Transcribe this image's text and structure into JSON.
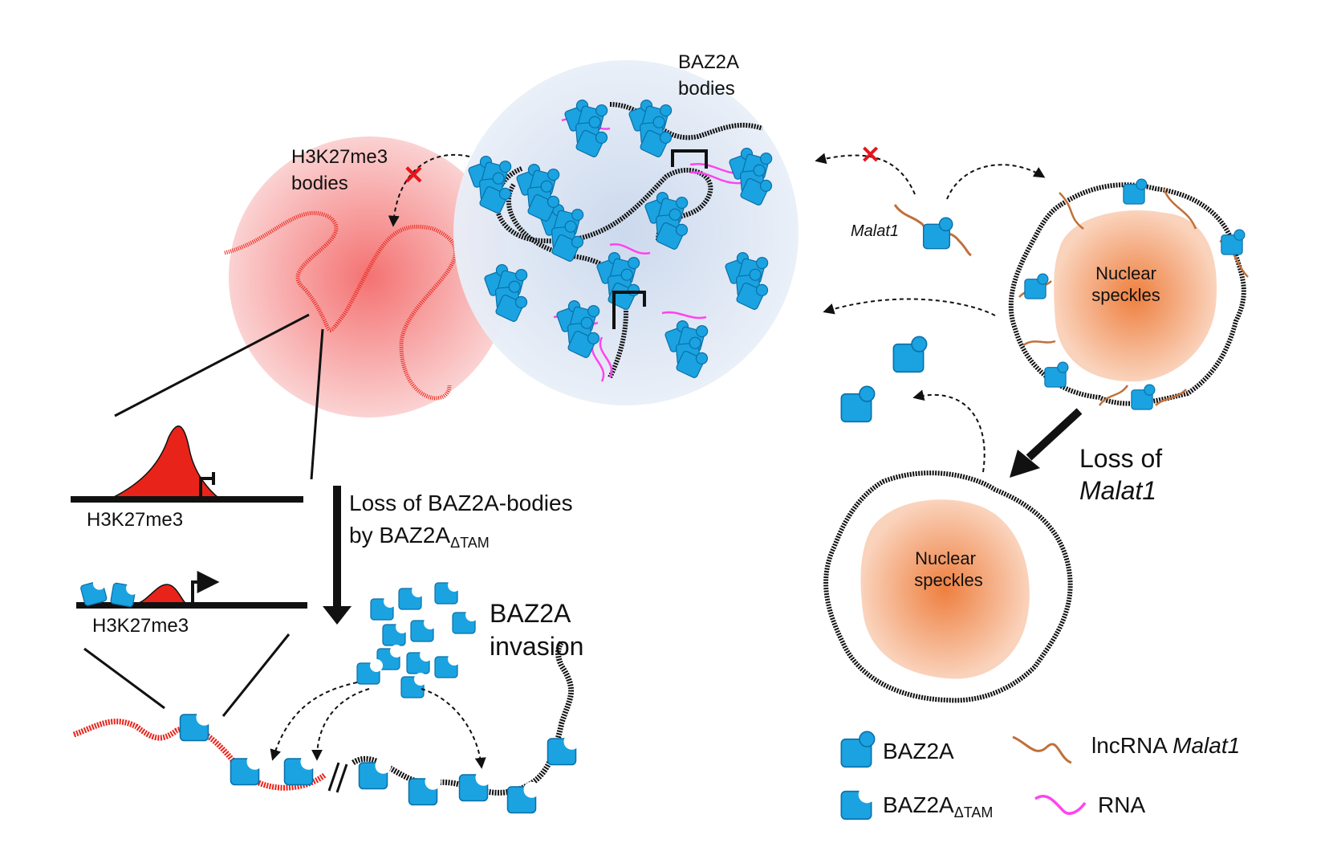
{
  "labels": {
    "baz2a_bodies_l1": "BAZ2A",
    "baz2a_bodies_l2": "bodies",
    "h3k27me3_bodies_l1": "H3K27me3",
    "h3k27me3_bodies_l2": "bodies",
    "h3k27me3_top": "H3K27me3",
    "h3k27me3_bottom": "H3K27me3",
    "loss_baz2a_l1": "Loss of BAZ2A-bodies",
    "loss_baz2a_l2_main": "by BAZ2A",
    "loss_baz2a_l2_sub": "ΔTAM",
    "invasion_l1": "BAZ2A",
    "invasion_l2": "invasion",
    "malat1": "Malat1",
    "speckles_top_l1": "Nuclear",
    "speckles_top_l2": "speckles",
    "speckles_bottom_l1": "Nuclear",
    "speckles_bottom_l2": "speckles",
    "loss_malat1_l1": "Loss of",
    "loss_malat1_l2": "Malat1"
  },
  "legend": {
    "baz2a": "BAZ2A",
    "baz2a_dtam_main": "BAZ2A",
    "baz2a_dtam_sub": "ΔTAM",
    "lncrna_main": "lncRNA ",
    "lncrna_ital": "Malat1",
    "rna": "RNA"
  },
  "colors": {
    "baz2a_blue": "#1aa3e0",
    "h3k27me3_red": "#e8241a",
    "chromatin_black": "#111111",
    "rna_magenta": "#ff44ee",
    "malat1_brown": "#c0703a",
    "speckle_orange": "#f2a070",
    "baz2a_body_bg": "#dde7f3",
    "h3k27me3_body_bg": "#f7a0a0",
    "inhibit_red": "#e3161c"
  }
}
